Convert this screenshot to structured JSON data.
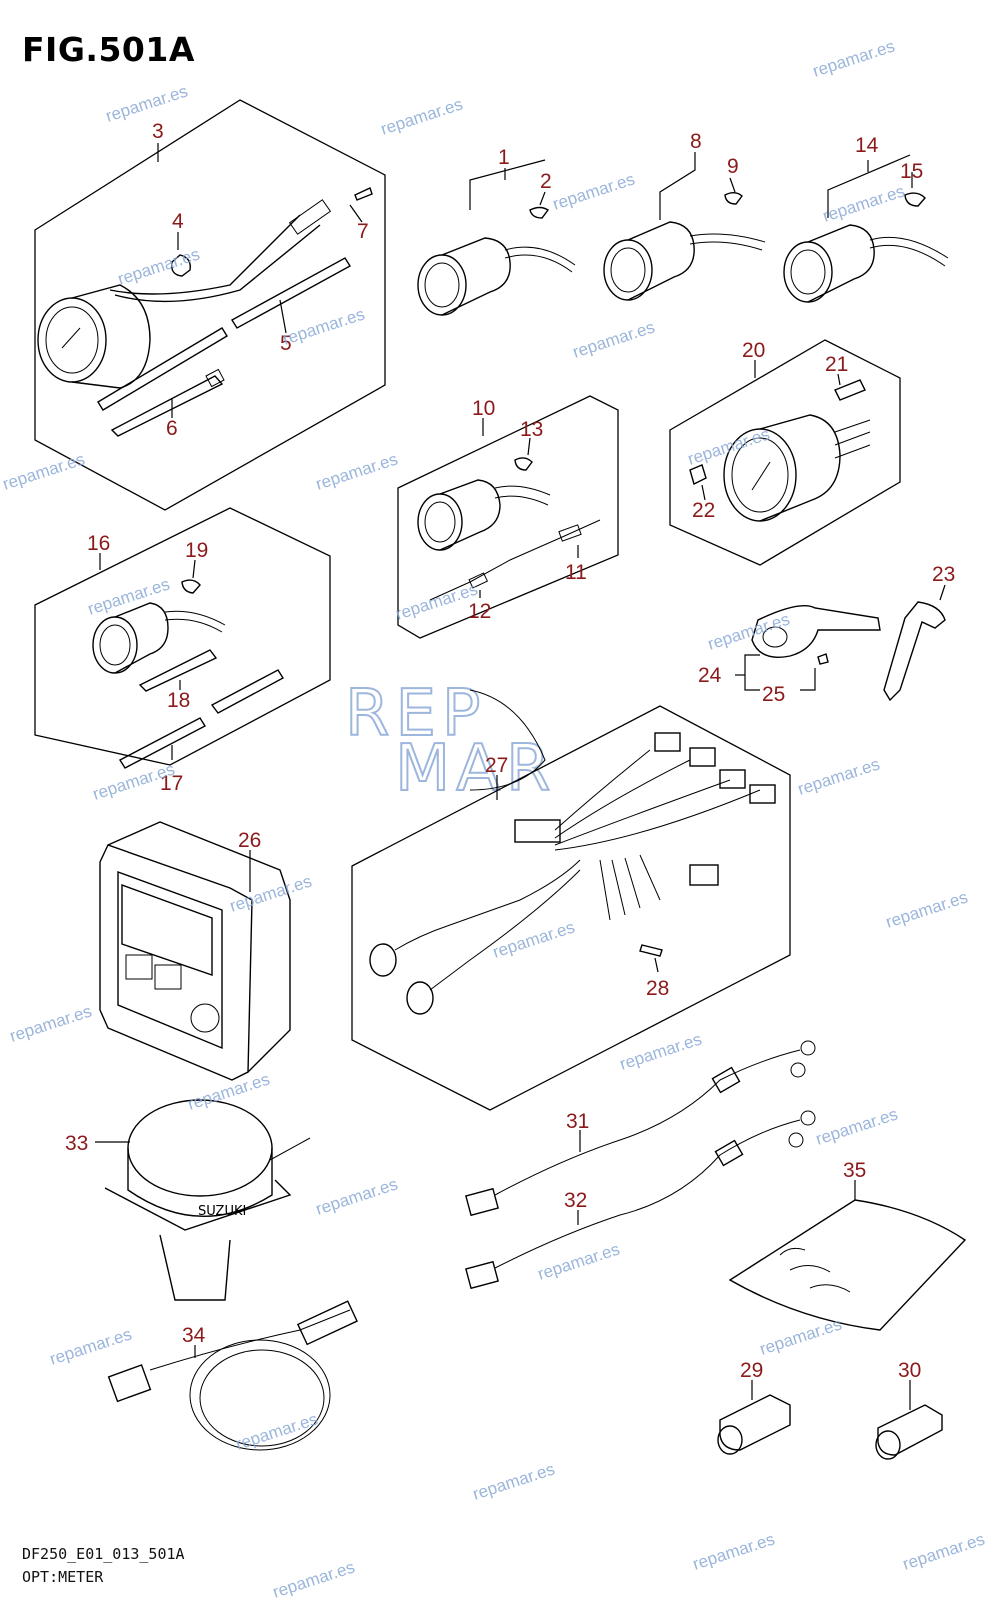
{
  "header": {
    "title": "FIG.501A"
  },
  "footer": {
    "code": "DF250_E01_013_501A",
    "section": "OPT:METER"
  },
  "watermark": {
    "text": "repamar.es",
    "logo_top": "REP",
    "logo_bottom": "MAR"
  },
  "colors": {
    "label": "#8b1a1a",
    "watermark": "#8aa9d6",
    "line": "#000000"
  },
  "parts": {
    "p1": "1",
    "p2": "2",
    "p3": "3",
    "p4": "4",
    "p5": "5",
    "p6": "6",
    "p7": "7",
    "p8": "8",
    "p9": "9",
    "p10": "10",
    "p11": "11",
    "p12": "12",
    "p13": "13",
    "p14": "14",
    "p15": "15",
    "p16": "16",
    "p17": "17",
    "p18": "18",
    "p19": "19",
    "p20": "20",
    "p21": "21",
    "p22": "22",
    "p23": "23",
    "p24": "24",
    "p25": "25",
    "p26": "26",
    "p27": "27",
    "p28": "28",
    "p29": "29",
    "p30": "30",
    "p31": "31",
    "p32": "32",
    "p33": "33",
    "p34": "34",
    "p35": "35"
  },
  "sensor_label": "SUZUKI"
}
